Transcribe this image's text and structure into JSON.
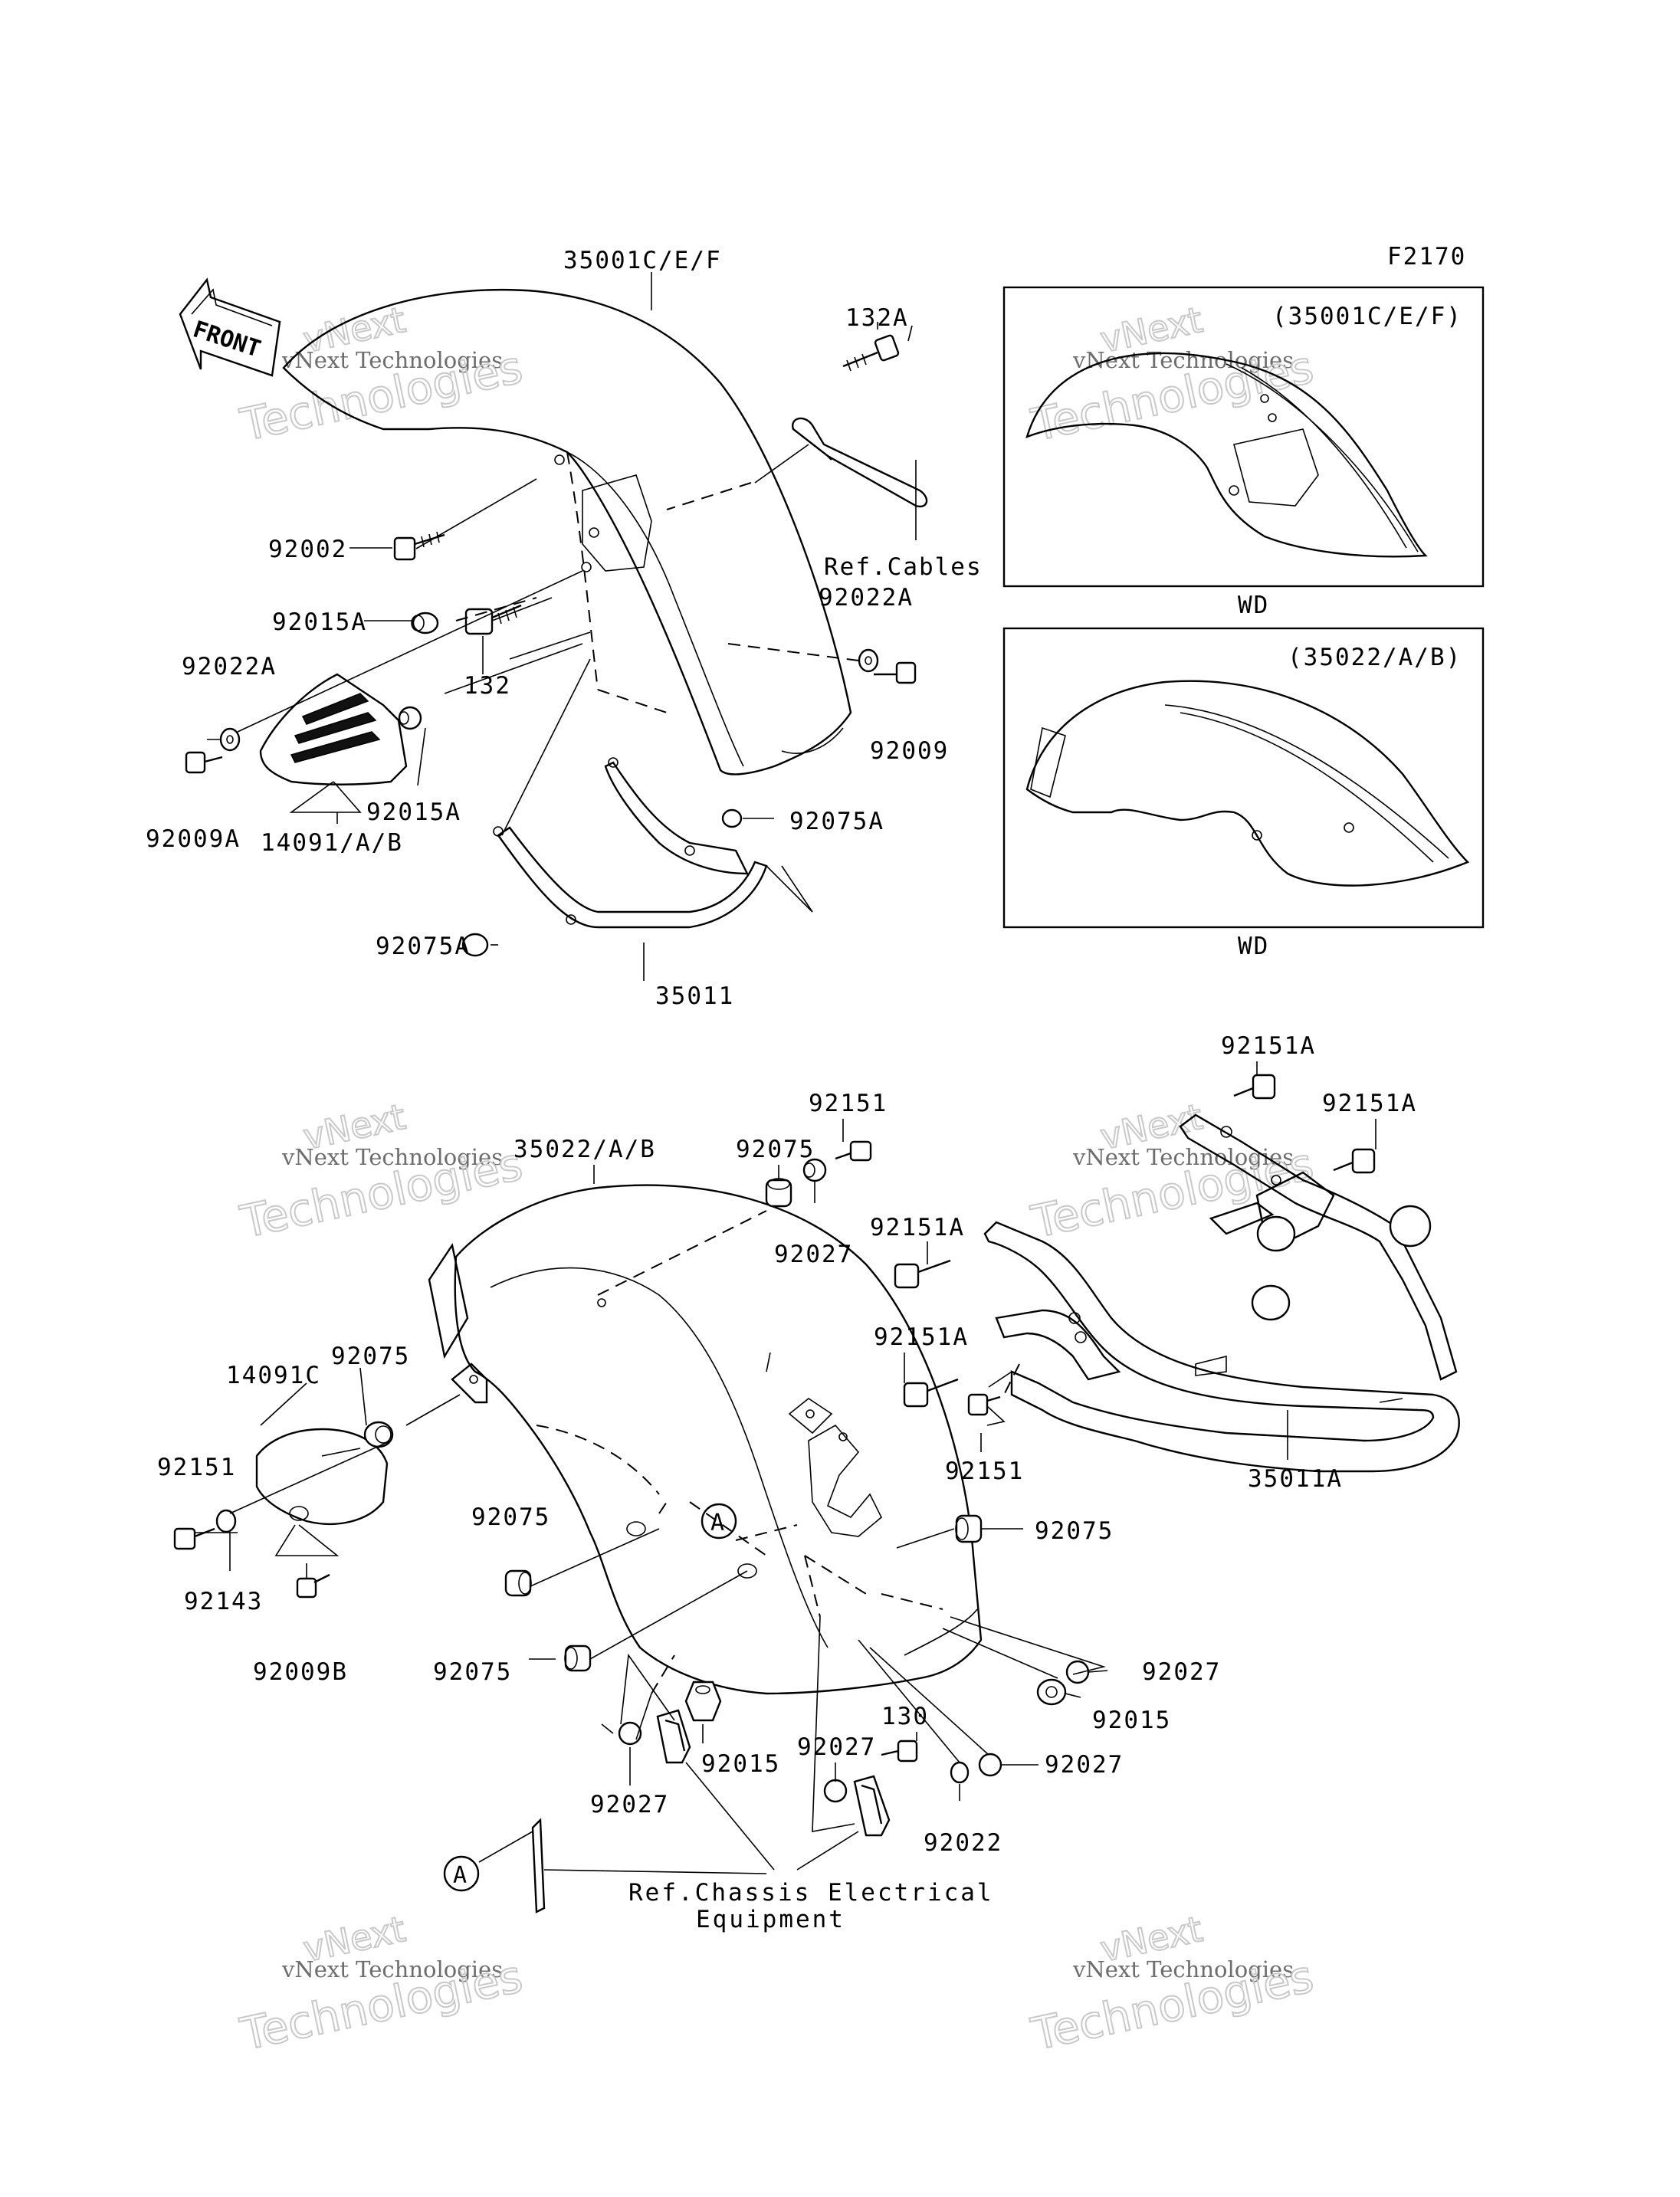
{
  "figure_code": "F2170",
  "front_marker": "FRONT",
  "inset_top": {
    "header": "(35001C/E/F)",
    "caption": "WD"
  },
  "inset_bottom": {
    "header": "(35022/A/B)",
    "caption": "WD"
  },
  "labels": {
    "l_35001": "35001C/E/F",
    "l_132A": "132A",
    "l_92002": "92002",
    "l_refcables": "Ref.Cables",
    "l_92022A_r": "92022A",
    "l_92015A_t": "92015A",
    "l_132": "132",
    "l_92022A_l": "92022A",
    "l_92009": "92009",
    "l_92015A_b": "92015A",
    "l_92009A": "92009A",
    "l_14091": "14091/A/B",
    "l_92075A_r": "92075A",
    "l_92075A_l": "92075A",
    "l_35011": "35011",
    "l_92151A_1": "92151A",
    "l_92151A_2": "92151A",
    "l_92151_t": "92151",
    "l_35022": "35022/A/B",
    "l_92075_t": "92075",
    "l_92151A_3": "92151A",
    "l_92027_t": "92027",
    "l_92151A_4": "92151A",
    "l_92075_l": "92075",
    "l_14091C": "14091C",
    "l_92151_b": "92151",
    "l_35011A": "35011A",
    "l_92151_l": "92151",
    "l_92075_m": "92075",
    "l_92075_r": "92075",
    "l_92143": "92143",
    "l_92009B": "92009B",
    "l_92075_b": "92075",
    "l_92027_r": "92027",
    "l_130": "130",
    "l_92015_r": "92015",
    "l_92027_m": "92027",
    "l_92015_m": "92015",
    "l_92027_rb": "92027",
    "l_92027_lb": "92027",
    "l_92022": "92022",
    "ref_chassis_1": "Ref.Chassis Electrical",
    "ref_chassis_2": "Equipment",
    "callout_A1": "A",
    "callout_A2": "A"
  },
  "watermark": {
    "line1": "vNext",
    "line2": "vNext Technologies",
    "line3": "Technologies"
  },
  "colors": {
    "ink": "#000000",
    "watermark": "#c9c9c9",
    "background": "#ffffff"
  }
}
